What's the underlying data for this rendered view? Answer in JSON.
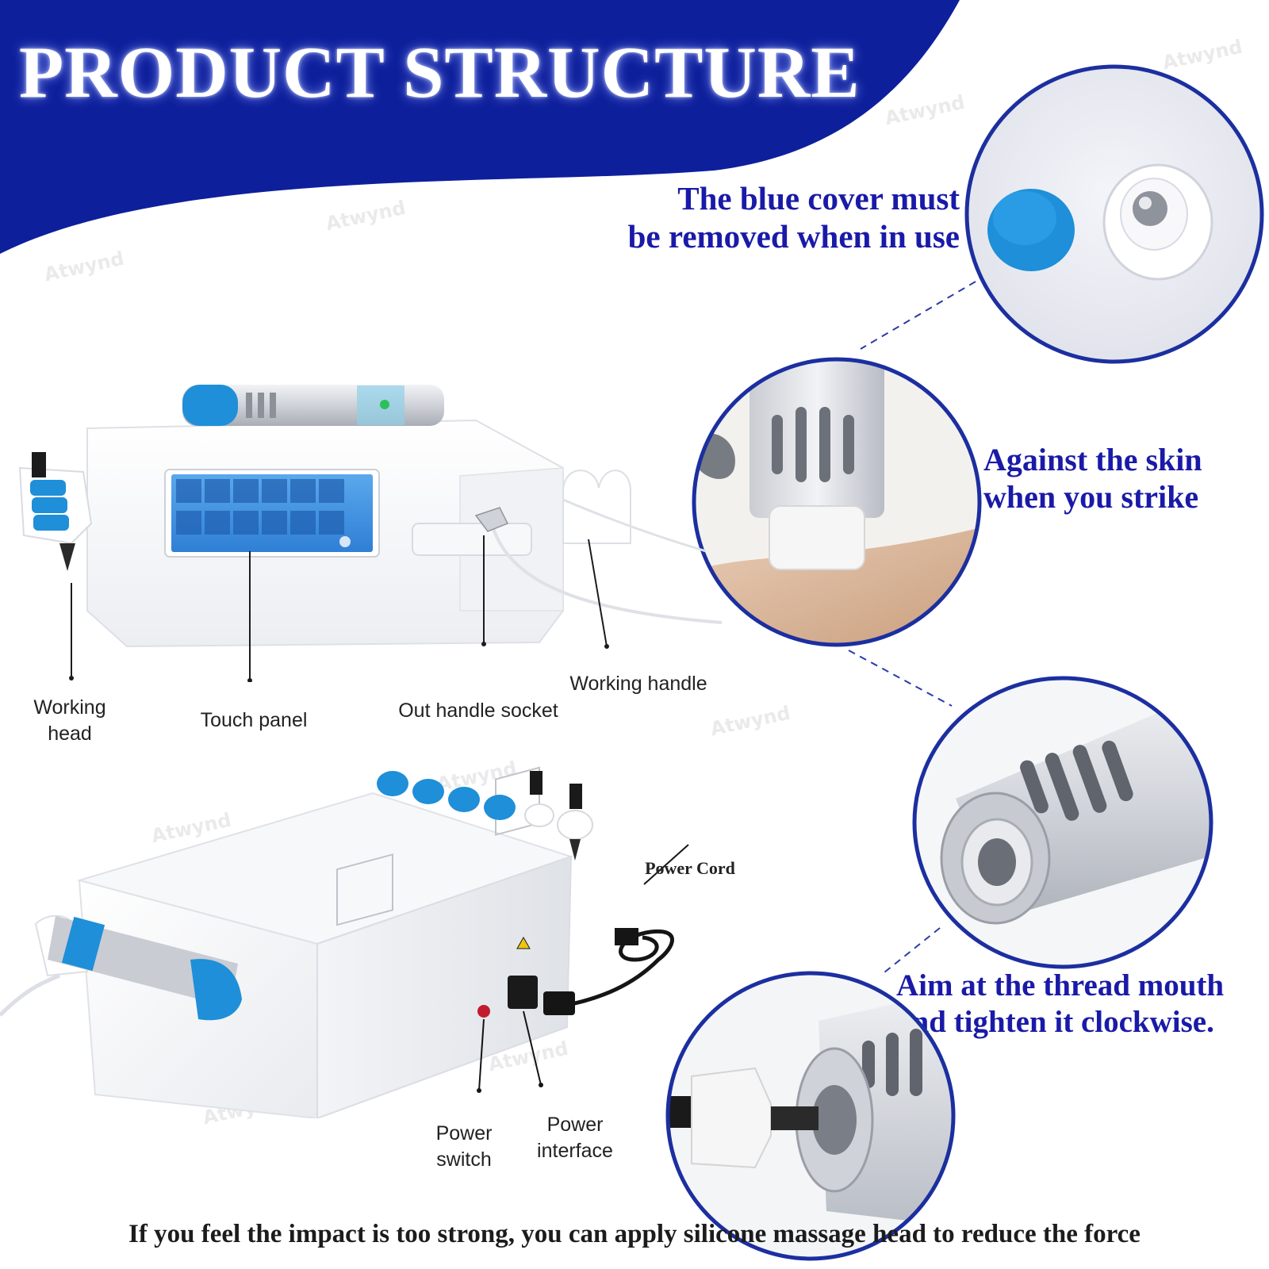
{
  "title": "PRODUCT STRUCTURE",
  "watermark": "Atwynd",
  "captions": {
    "cover_line1": "The blue cover must",
    "cover_line2": "be removed when in use",
    "skin_line1": "Against the skin",
    "skin_line2": "when you strike",
    "thread_line1": "Aim at the thread mouth",
    "thread_line2": "and tighten it clockwise."
  },
  "labels": {
    "working_head_1": "Working",
    "working_head_2": "head",
    "touch_panel": "Touch panel",
    "out_handle_socket": "Out handle socket",
    "working_handle": "Working handle",
    "power_cord": "Power Cord",
    "power_switch_1": "Power",
    "power_switch_2": "switch",
    "power_interface_1": "Power",
    "power_interface_2": "interface"
  },
  "bottom_note": "If you feel the impact is too strong, you can apply silicone massage head to reduce the force",
  "colors": {
    "banner": "#0e1f9c",
    "caption": "#1a1aa8",
    "accent_blue": "#1e8fd8",
    "circle_border": "#1c2fa0"
  }
}
